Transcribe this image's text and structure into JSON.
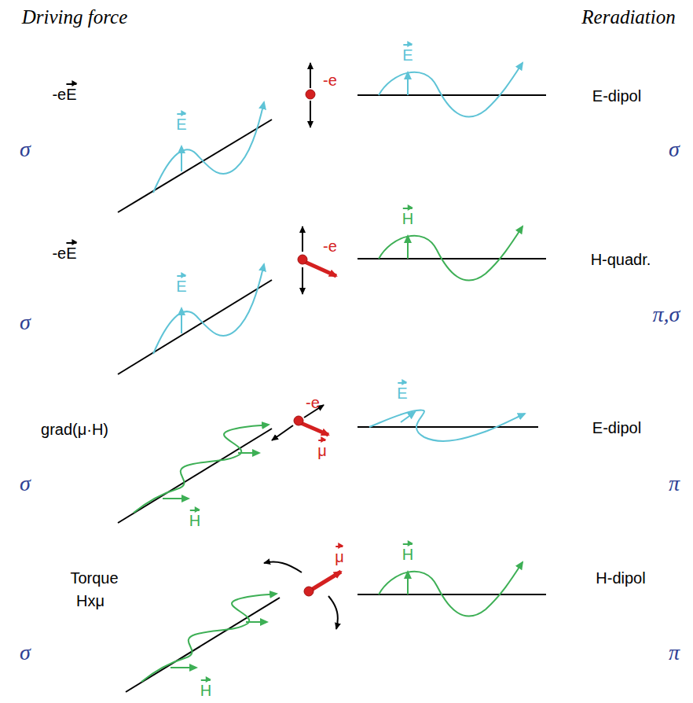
{
  "diagram": {
    "labels": [
      "Driving force",
      "Reradiation",
      "-eE",
      "E",
      "-e",
      "E",
      "E-dipol",
      "σ",
      "σ",
      "-eE",
      "E",
      "-e",
      "H",
      "H-quadr.",
      "σ",
      "π,σ",
      "grad(μ·H)",
      "H",
      "-e",
      "μ",
      "E",
      "E-dipol",
      "σ",
      "π",
      "Torque",
      "Hxμ",
      "H",
      "μ",
      "H",
      "H-dipol",
      "σ",
      "π"
    ]
  }
}
